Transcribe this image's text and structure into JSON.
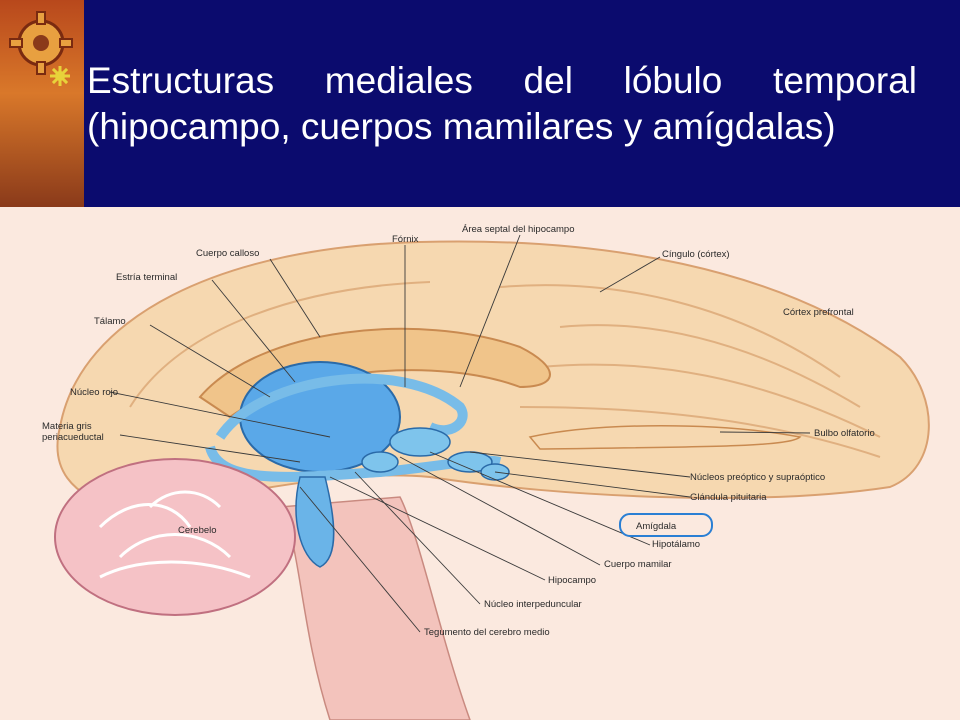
{
  "slide": {
    "bullet_text": "Estructuras mediales del lóbulo temporal (hipocampo, cuerpos mamilares y amígdalas)"
  },
  "colors": {
    "header_bg": "#0b0b6e",
    "accent_strip": "#d9782a",
    "bullet": "#e8d23a",
    "amigdala_circle": "#2a7fd4"
  },
  "labels": {
    "fornix": "Fórnix",
    "area_septal": "Área septal del hipocampo",
    "cuerpo_calloso": "Cuerpo calloso",
    "cingulo": "Cíngulo (córtex)",
    "estria_terminal": "Estría terminal",
    "cortex_prefrontal": "Córtex prefrontal",
    "talamo": "Tálamo",
    "nucleo_rojo": "Núcleo rojo",
    "materia_gris": "Materia gris",
    "periacueductal": "periacueductal",
    "bulbo_olfatorio": "Bulbo olfatorio",
    "nucleos_preoptico": "Núcleos preóptico y supraóptico",
    "glandula_pituitaria": "Glándula pituitaria",
    "cerebelo": "Cerebelo",
    "amigdala": "Amígdala",
    "hipotalamo": "Hipotálamo",
    "cuerpo_mamilar": "Cuerpo mamilar",
    "hipocampo": "Hipocampo",
    "nucleo_interpeduncular": "Núcleo interpeduncular",
    "tegumento": "Tegumento del cerebro medio"
  }
}
